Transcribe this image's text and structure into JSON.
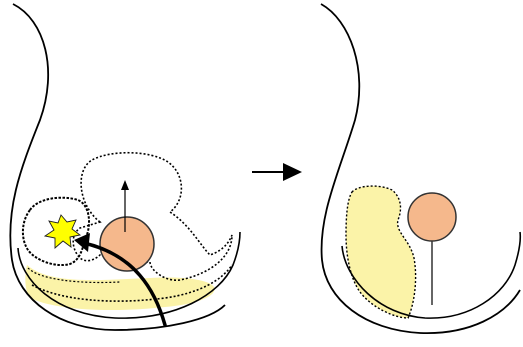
{
  "diagram": {
    "panels": [
      {
        "id": "before",
        "elements": [
          "outer-contour",
          "inner-arc",
          "fluid-pool",
          "dotted-outline",
          "pedunculated-mass",
          "starburst",
          "curved-arrow",
          "upward-arrow"
        ]
      },
      {
        "id": "after",
        "elements": [
          "outer-contour",
          "inner-arc",
          "fluid-region",
          "pedunculated-mass",
          "stalk"
        ]
      }
    ],
    "transition": "right-arrow",
    "colors": {
      "line": "#000000",
      "fluid_fill": "#fbf3a8",
      "mass_fill": "#f5b88c",
      "mass_stroke": "#333333",
      "star_fill": "#ffff00",
      "star_stroke": "#1f1f1f",
      "background": "#ffffff"
    }
  }
}
